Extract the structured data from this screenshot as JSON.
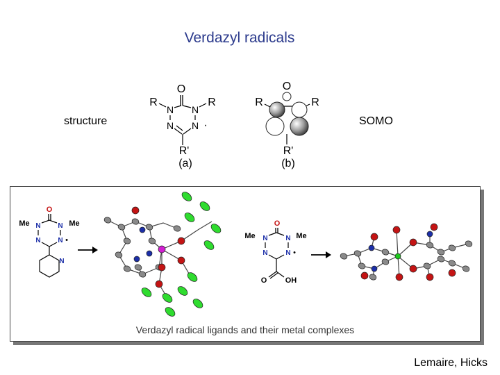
{
  "title": "Verdazyl radicals",
  "labels": {
    "structure": "structure",
    "somo": "SOMO"
  },
  "structure_a": {
    "atom_O": "O",
    "atom_R_left": "R",
    "atom_R_right": "R",
    "atom_N1": "N",
    "atom_N2": "N",
    "atom_N3": "N",
    "atom_N4": "N",
    "radical_dot": "·",
    "substituent": "R'",
    "caption": "(a)"
  },
  "structure_b": {
    "atom_O": "O",
    "atom_R_left": "R",
    "atom_R_right": "R",
    "substituent": "R'",
    "caption": "(b)"
  },
  "panel": {
    "caption": "Verdazyl radical ligands and their metal complexes",
    "ligand1": {
      "O": "O",
      "me_left": "Me",
      "me_right": "Me",
      "N1": "N",
      "N2": "N",
      "N3": "N",
      "N4": "N",
      "radical": "•",
      "pyridine_N": "N"
    },
    "ligand2": {
      "O": "O",
      "me_left": "Me",
      "me_right": "Me",
      "N1": "N",
      "N2": "N",
      "N3": "N",
      "N4": "N",
      "radical": "•",
      "acid_O": "O",
      "acid_OH": "OH"
    },
    "colors": {
      "nitrogen": "#1c2fa8",
      "oxygen": "#c41414",
      "carbon": "#8a8a8a",
      "fluorine": "#2fdc2f",
      "metal1": "#d21ed2",
      "metal2": "#1ec81e"
    }
  },
  "credit": "Lemaire, Hicks"
}
